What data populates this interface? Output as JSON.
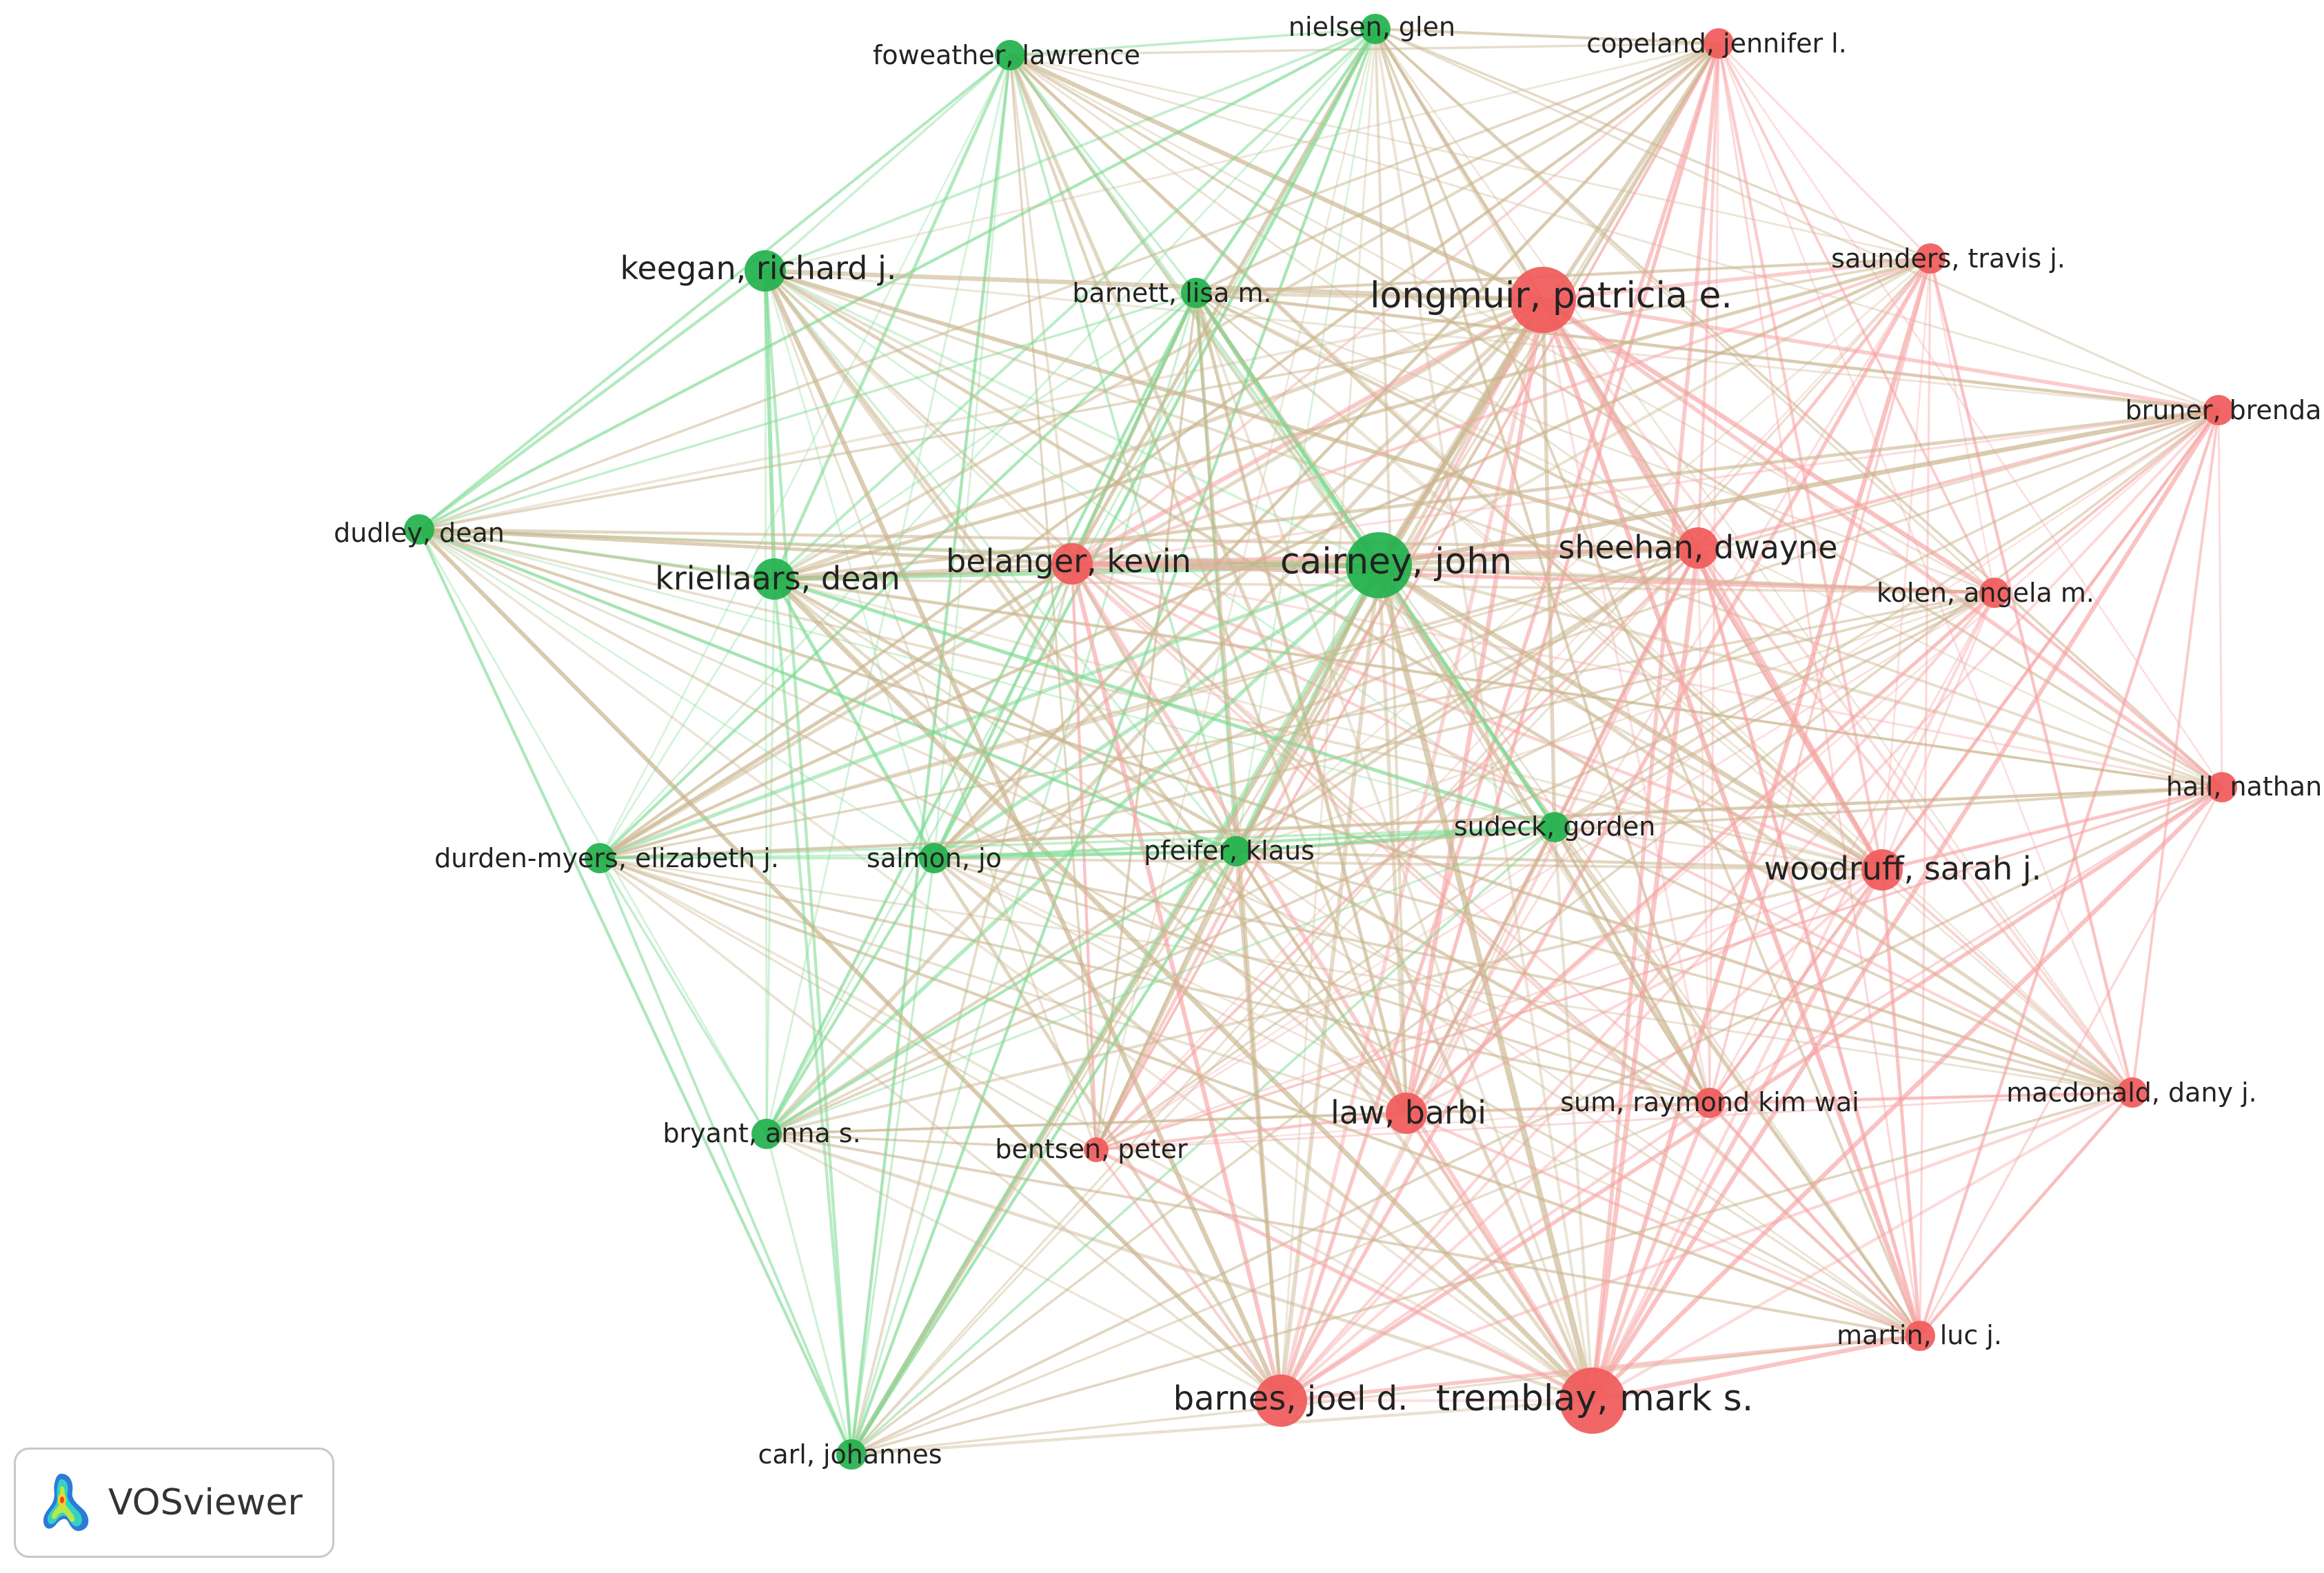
{
  "badge": {
    "label": "VOSviewer",
    "icon": "vosviewer-logo-icon"
  },
  "colors": {
    "cluster_green": "#22b14c",
    "cluster_red": "#f05a5a",
    "link_green": "#7ad98f",
    "link_red": "#f7a3a3",
    "link_mixed": "#c9b48c",
    "label_text": "#222222"
  },
  "clusters": [
    {
      "id": 1,
      "color": "green"
    },
    {
      "id": 2,
      "color": "red"
    }
  ],
  "nodes": [
    {
      "id": "foweather",
      "label": "foweather, lawrence",
      "cluster": "green",
      "weight": 2
    },
    {
      "id": "nielsen",
      "label": "nielsen, glen",
      "cluster": "green",
      "weight": 2
    },
    {
      "id": "copeland",
      "label": "copeland, jennifer l.",
      "cluster": "red",
      "weight": 2
    },
    {
      "id": "keegan",
      "label": "keegan, richard j.",
      "cluster": "green",
      "weight": 3
    },
    {
      "id": "barnett",
      "label": "barnett, lisa m.",
      "cluster": "green",
      "weight": 2
    },
    {
      "id": "longmuir",
      "label": "longmuir, patricia e.",
      "cluster": "red",
      "weight": 5
    },
    {
      "id": "saunders",
      "label": "saunders, travis j.",
      "cluster": "red",
      "weight": 2
    },
    {
      "id": "bruner",
      "label": "bruner, brenda",
      "cluster": "red",
      "weight": 2
    },
    {
      "id": "dudley",
      "label": "dudley, dean",
      "cluster": "green",
      "weight": 2
    },
    {
      "id": "kriellaars",
      "label": "kriellaars, dean",
      "cluster": "green",
      "weight": 3
    },
    {
      "id": "belanger",
      "label": "belanger, kevin",
      "cluster": "red",
      "weight": 3
    },
    {
      "id": "cairney",
      "label": "cairney, john",
      "cluster": "green",
      "weight": 5
    },
    {
      "id": "sheehan",
      "label": "sheehan, dwayne",
      "cluster": "red",
      "weight": 3
    },
    {
      "id": "kolen",
      "label": "kolen, angela m.",
      "cluster": "red",
      "weight": 2
    },
    {
      "id": "hall",
      "label": "hall, nathan",
      "cluster": "red",
      "weight": 2
    },
    {
      "id": "durden",
      "label": "durden-myers, elizabeth j.",
      "cluster": "green",
      "weight": 2
    },
    {
      "id": "salmon",
      "label": "salmon, jo",
      "cluster": "green",
      "weight": 2
    },
    {
      "id": "pfeifer",
      "label": "pfeifer, klaus",
      "cluster": "green",
      "weight": 2
    },
    {
      "id": "sudeck",
      "label": "sudeck, gorden",
      "cluster": "green",
      "weight": 2
    },
    {
      "id": "woodruff",
      "label": "woodruff, sarah j.",
      "cluster": "red",
      "weight": 3
    },
    {
      "id": "bryant",
      "label": "bryant, anna s.",
      "cluster": "green",
      "weight": 2
    },
    {
      "id": "bentsen",
      "label": "bentsen, peter",
      "cluster": "red",
      "weight": 1
    },
    {
      "id": "law",
      "label": "law, barbi",
      "cluster": "red",
      "weight": 3
    },
    {
      "id": "sum",
      "label": "sum, raymond kim wai",
      "cluster": "red",
      "weight": 2
    },
    {
      "id": "macdonald",
      "label": "macdonald, dany j.",
      "cluster": "red",
      "weight": 2
    },
    {
      "id": "martin",
      "label": "martin, luc j.",
      "cluster": "red",
      "weight": 2
    },
    {
      "id": "barnes",
      "label": "barnes, joel d.",
      "cluster": "red",
      "weight": 4
    },
    {
      "id": "tremblay",
      "label": "tremblay, mark s.",
      "cluster": "red",
      "weight": 5
    },
    {
      "id": "carl",
      "label": "carl, johannes",
      "cluster": "green",
      "weight": 2
    }
  ]
}
